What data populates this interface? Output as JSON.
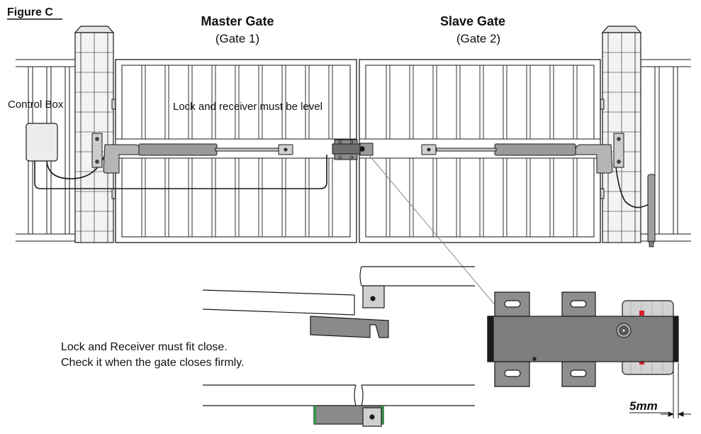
{
  "figure_label": "Figure C",
  "master_gate": {
    "title": "Master Gate",
    "subtitle": "(Gate 1)"
  },
  "slave_gate": {
    "title": "Slave Gate",
    "subtitle": "(Gate 2)"
  },
  "control_box_label": "Control Box",
  "level_note": "Lock and receiver must be level",
  "fit_note_line1": "Lock and Receiver must fit close.",
  "fit_note_line2": "Check it when the gate closes firmly.",
  "gap_label": "5mm",
  "colors": {
    "outline": "#1a1a1a",
    "pillar": "#f3f3f3",
    "actuator": "#9a9a9a",
    "lock_body": "#7d7d7d",
    "plate": "#8e8e8e",
    "receiver": "#d2d2d2",
    "marker_red": "#d6202a",
    "seal_green": "#2f9a45"
  },
  "icons": [
    "control-box-icon",
    "actuator-icon",
    "lock-icon",
    "receiver-icon",
    "keyhole-icon"
  ]
}
